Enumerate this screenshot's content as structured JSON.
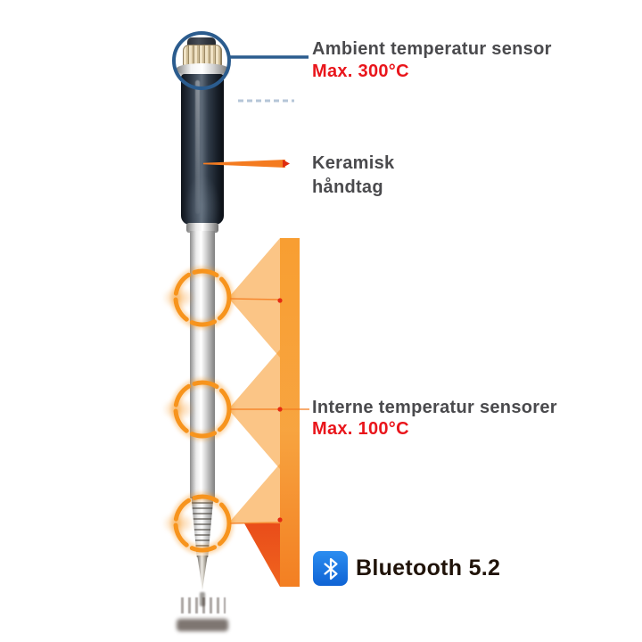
{
  "diagram": {
    "subject": "wireless meat thermometer probe",
    "annotations": {
      "ambient": {
        "title": "Ambient temperatur sensor",
        "value": "Max. 300°C"
      },
      "handle": {
        "label": "Keramisk\nhåndtag"
      },
      "internal": {
        "title": "Interne temperatur sensorer",
        "value": "Max. 100°C"
      },
      "bluetooth": {
        "label": "Bluetooth 5.2",
        "icon": "bluetooth-icon"
      }
    },
    "colors": {
      "accent_orange": "#f7941d",
      "accent_red_triangle": "#e8430e",
      "callout_blue": "#2b5c8e",
      "text_dark": "#4a4a4d",
      "text_red": "#e9151b",
      "bluetooth_blue": "#1273e6",
      "bluetooth_text": "#201309"
    }
  }
}
